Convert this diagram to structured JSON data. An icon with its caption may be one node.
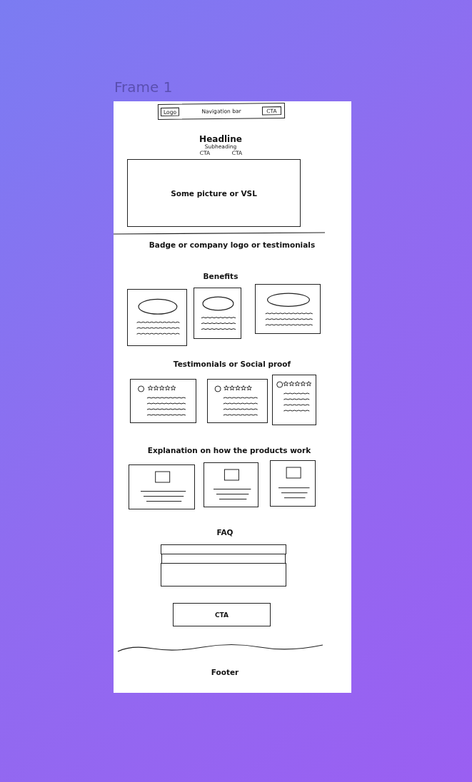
{
  "diagram": {
    "nodes": [
      {
        "text": [
          "Navigation bar"
        ]
      },
      {
        "text": [
          "Logo"
        ],
        "in": 0
      },
      {
        "text": [
          "CTA"
        ],
        "in": 0
      },
      {
        "text": [
          "Some picture or VSL"
        ]
      },
      {
        "text": [],
        "shape": "box"
      },
      {
        "text": [],
        "shape": "box"
      },
      {
        "text": [],
        "shape": "box"
      },
      {
        "text": [],
        "shape": "box"
      },
      {
        "text": [],
        "shape": "box"
      },
      {
        "text": [],
        "shape": "box"
      },
      {
        "text": [],
        "shape": "box"
      },
      {
        "text": [],
        "shape": "box"
      },
      {
        "text": [],
        "shape": "box"
      },
      {
        "text": [],
        "shape": "box"
      },
      {
        "text": [],
        "shape": "box"
      },
      {
        "text": [],
        "shape": "box"
      },
      {
        "text": [
          "CTA"
        ]
      }
    ],
    "edges": [],
    "labels": [
      "Frame 1",
      "Headline",
      "Subheading",
      "CTA",
      "CTA",
      "Badge or company logo or testimonials",
      "Benefits",
      "Testimonials or Social proof",
      "Explanation on how the products work",
      "FAQ",
      "Footer"
    ]
  }
}
